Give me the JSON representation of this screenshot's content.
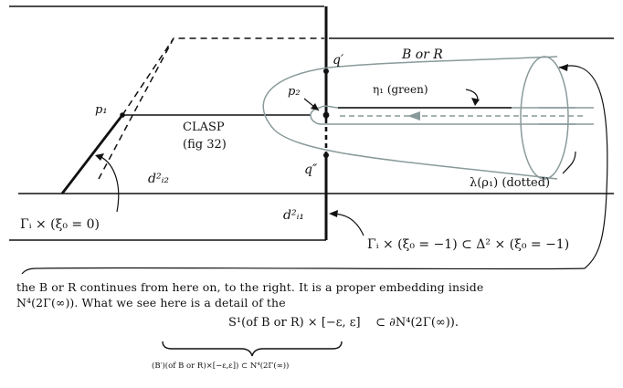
{
  "labels": {
    "q_prime": "q′",
    "q_dprime": "q″",
    "p1": "p₁",
    "p2": "p₂",
    "b_or_r": "B or R",
    "eta_green": "η₁ (green)",
    "clasp": "CLASP",
    "fig_ref": "(fig 32)",
    "d_i2": "d²ᵢ₂",
    "d_i1": "d²ᵢ₁",
    "lambda_dotted": "λ(ρ₁) (dotted)",
    "gamma_xi0": "Γᵢ × (ξ₀ = 0)",
    "gamma_xi0_subset": "Γᵢ × (ξ₀ = −1) ⊂ Δ² × (ξ₀ = −1)"
  },
  "caption": {
    "line1": "the B or R continues from here on, to the right. It is a proper embedding inside",
    "line2": "N⁴(2Γ(∞)).  What we see here is a detail of the"
  },
  "formula": {
    "main": "S¹(of B or R) × [−ε, ε]",
    "subset": "⊂ ∂N⁴(2Γ(∞)).",
    "underbrace_note": "(B′)(of B or R)×[−ε,ε]) ⊂ N⁴(2Γ(∞))"
  },
  "colors": {
    "ink": "#111111",
    "tube": "#8a9a9a"
  }
}
